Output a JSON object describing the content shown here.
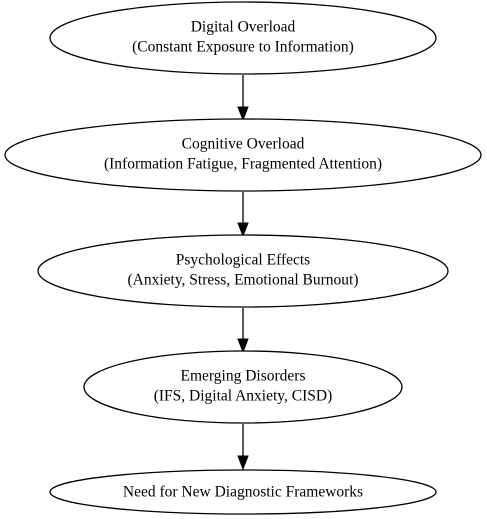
{
  "diagram": {
    "nodes": [
      {
        "id": "digital-overload",
        "lines": [
          "Digital Overload",
          "(Constant Exposure to Information)"
        ]
      },
      {
        "id": "cognitive-overload",
        "lines": [
          "Cognitive Overload",
          "(Information Fatigue, Fragmented Attention)"
        ]
      },
      {
        "id": "psychological-effects",
        "lines": [
          "Psychological Effects",
          "(Anxiety, Stress, Emotional Burnout)"
        ]
      },
      {
        "id": "emerging-disorders",
        "lines": [
          "Emerging Disorders",
          "(IFS, Digital Anxiety, CISD)"
        ]
      },
      {
        "id": "new-diagnostic-frameworks",
        "lines": [
          "Need for New Diagnostic Frameworks"
        ]
      }
    ],
    "edges": [
      {
        "from": "digital-overload",
        "to": "cognitive-overload"
      },
      {
        "from": "cognitive-overload",
        "to": "psychological-effects"
      },
      {
        "from": "psychological-effects",
        "to": "emerging-disorders"
      },
      {
        "from": "emerging-disorders",
        "to": "new-diagnostic-frameworks"
      }
    ]
  }
}
